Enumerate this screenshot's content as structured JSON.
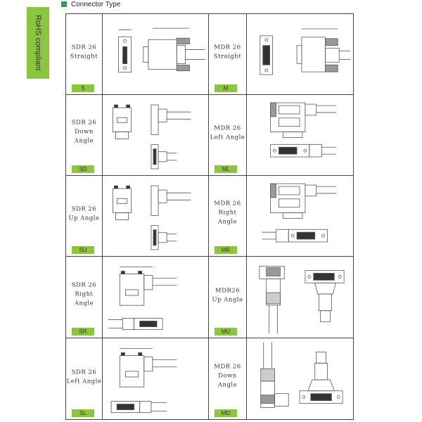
{
  "header": {
    "title": "Connector Type"
  },
  "badge": {
    "label": "RoHS compliant"
  },
  "colors": {
    "accent_green": "#8cc63f",
    "header_square": "#2e9e4f",
    "border": "#444444"
  },
  "rows": [
    {
      "left": {
        "name": "SDR 26\nStraight",
        "code": "S"
      },
      "right": {
        "name": "MDR 26\nStraight",
        "code": "M"
      }
    },
    {
      "left": {
        "name": "SDR 26\nDown Angle",
        "code": "SD"
      },
      "right": {
        "name": "MDR 26\nLeft Angle",
        "code": "ML"
      }
    },
    {
      "left": {
        "name": "SDR 26\nUp Angle",
        "code": "SU"
      },
      "right": {
        "name": "MDR 26\nRight\nAngle",
        "code": "MR"
      }
    },
    {
      "left": {
        "name": "SDR 26\nRight\nAngle",
        "code": "SR"
      },
      "right": {
        "name": "MDR26\nUp Angle",
        "code": "MU"
      }
    },
    {
      "left": {
        "name": "SDR 26\nLeft Angle",
        "code": "SL"
      },
      "right": {
        "name": "MDR 26\nDown Angle",
        "code": "MD"
      }
    }
  ]
}
